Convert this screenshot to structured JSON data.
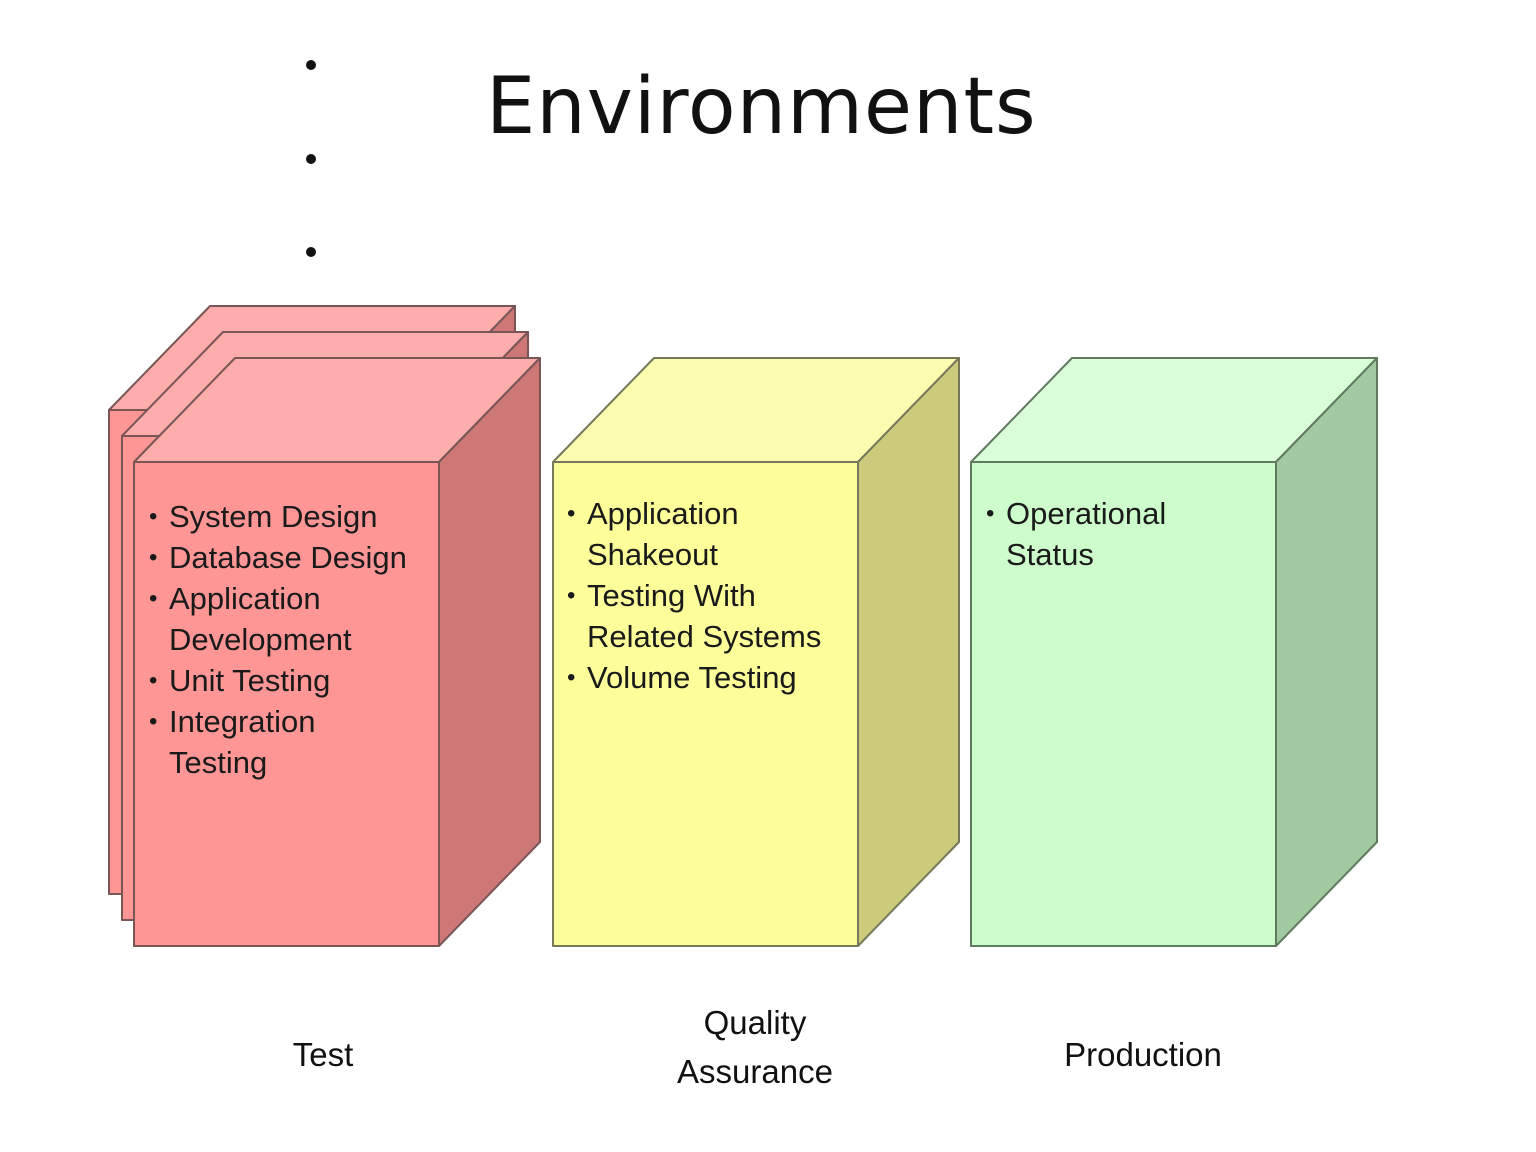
{
  "title": "Environments",
  "environments": [
    {
      "label": "Test",
      "items": [
        "System Design",
        "Database Design",
        "Application Development",
        "Unit Testing",
        "Integration Testing"
      ],
      "colors": {
        "front": "#fe9695",
        "top": "#fdadac",
        "side": "#cd7877"
      }
    },
    {
      "label": "Quality Assurance",
      "items": [
        "Application Shakeout",
        "Testing With Related Systems",
        "Volume Testing"
      ],
      "colors": {
        "front": "#fdfd99",
        "top": "#fcfcb0",
        "side": "#cccb7b"
      }
    },
    {
      "label": "Production",
      "items": [
        "Operational Status"
      ],
      "colors": {
        "front": "#cdfdcb",
        "top": "#dafed8",
        "side": "#a1caa0"
      }
    }
  ]
}
